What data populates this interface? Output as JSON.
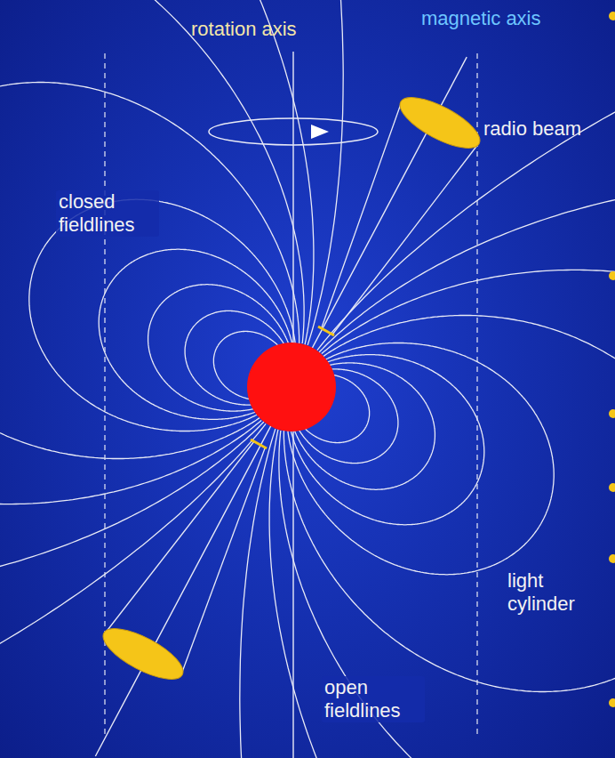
{
  "diagram": {
    "labels": [
      "rotation axis",
      "magnetic axis",
      "radio beam",
      "closed fieldlines",
      "light cylinder",
      "open fieldlines"
    ]
  }
}
